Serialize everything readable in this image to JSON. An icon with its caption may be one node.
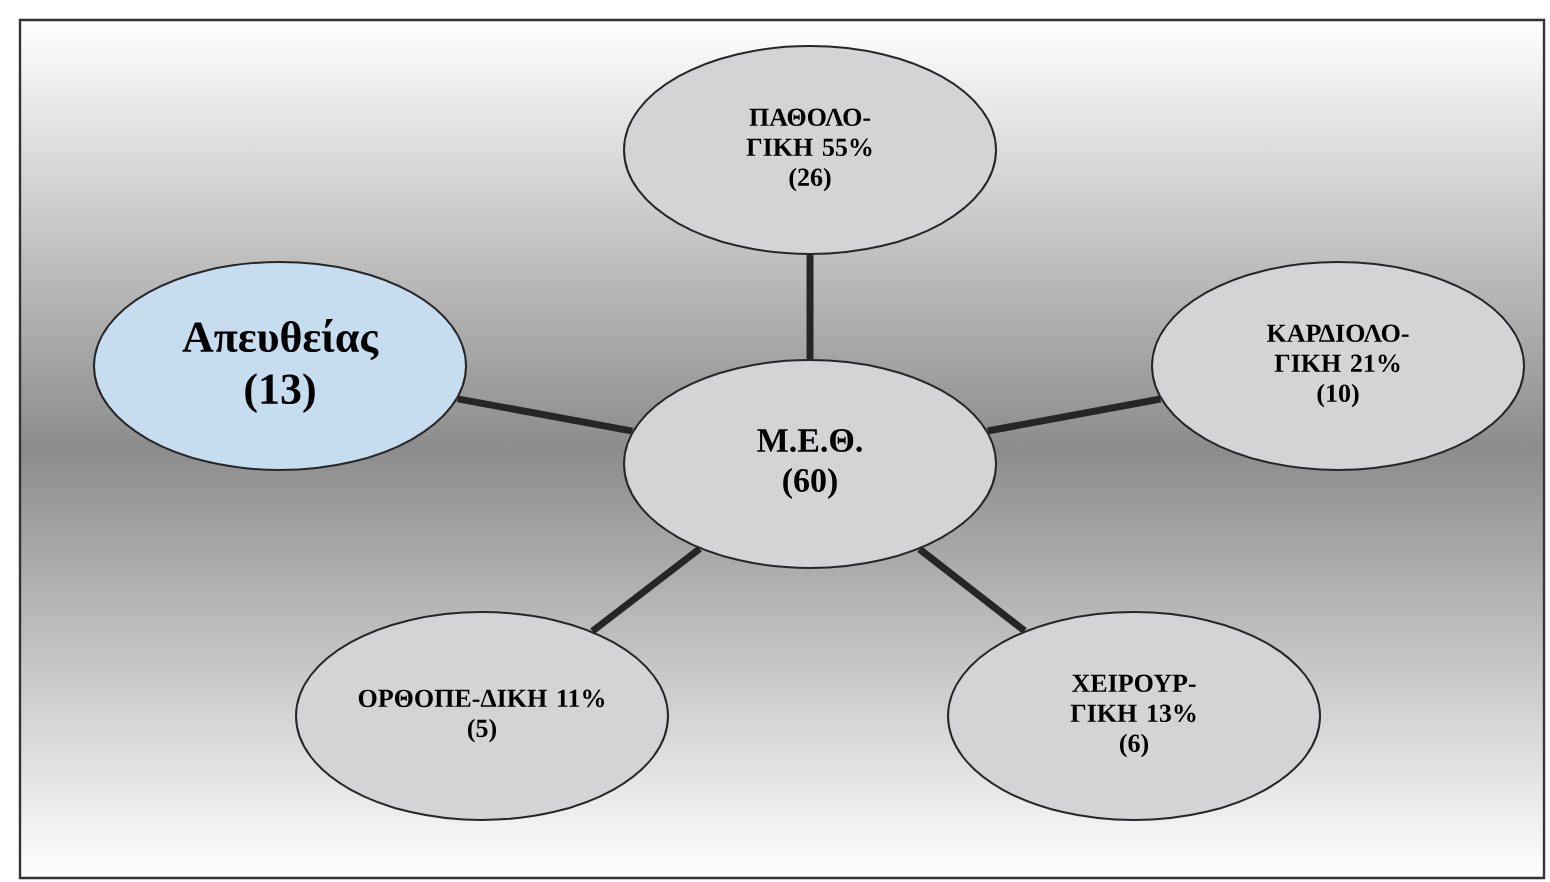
{
  "diagram": {
    "nodes": [
      {
        "text": [
          "ΠΑΘΟΛΟ- ΓΙΚΗ 55%",
          "(26)"
        ]
      },
      {
        "text": [
          "Απευθείας",
          "(13)"
        ]
      },
      {
        "text": [
          "Μ.Ε.Θ.",
          "(60)"
        ]
      },
      {
        "text": [
          "ΚΑΡΔΙΟΛΟ- ΓΙΚΗ 21%",
          "(10)"
        ]
      },
      {
        "text": [
          "ΟΡΘΟΠΕ-ΔΙΚΗ 11%",
          "(5)"
        ]
      },
      {
        "text": [
          "ΧΕΙΡΟΥΡ- ΓΙΚΗ 13%",
          "(6)"
        ]
      }
    ],
    "edges": [
      {
        "from": 2,
        "to": 0,
        "arrow": "none"
      },
      {
        "from": 2,
        "to": 1,
        "arrow": "none"
      },
      {
        "from": 2,
        "to": 3,
        "arrow": "none"
      },
      {
        "from": 2,
        "to": 4,
        "arrow": "none"
      },
      {
        "from": 2,
        "to": 5,
        "arrow": "none"
      }
    ]
  }
}
